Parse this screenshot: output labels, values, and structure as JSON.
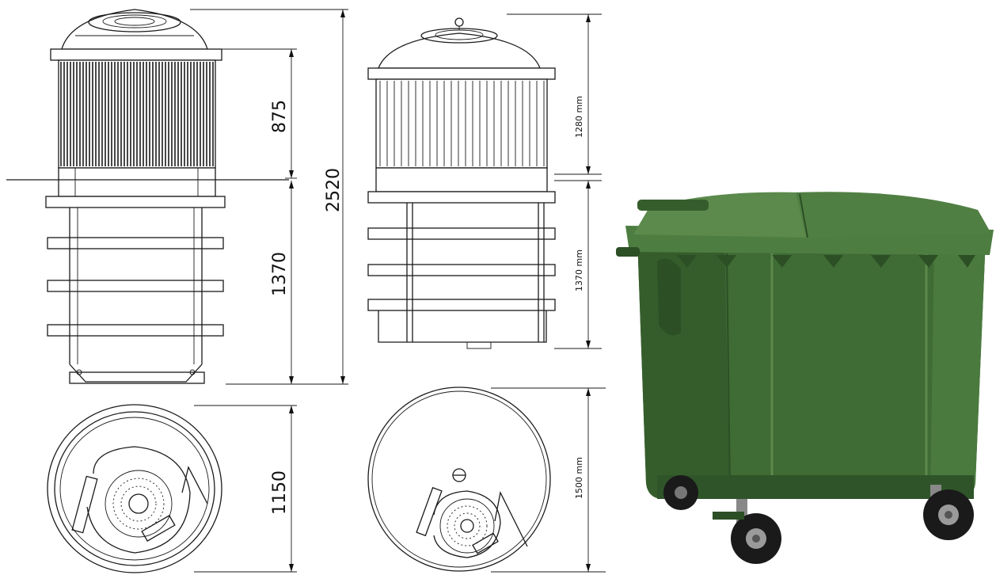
{
  "dimensions": {
    "left": {
      "upper_height": "875",
      "lower_height": "1370",
      "total_height": "2520",
      "diameter": "1150"
    },
    "middle": {
      "upper_height": "1280 mm",
      "lower_height": "1370 mm",
      "diameter": "1500 mm"
    }
  },
  "colors": {
    "bin_green": "#3f6b34",
    "bin_green_dark": "#2c4f25",
    "bin_green_light": "#5b8a4c",
    "line": "#1a1a1a"
  },
  "icons": {
    "bin": "wheelie-bin"
  }
}
